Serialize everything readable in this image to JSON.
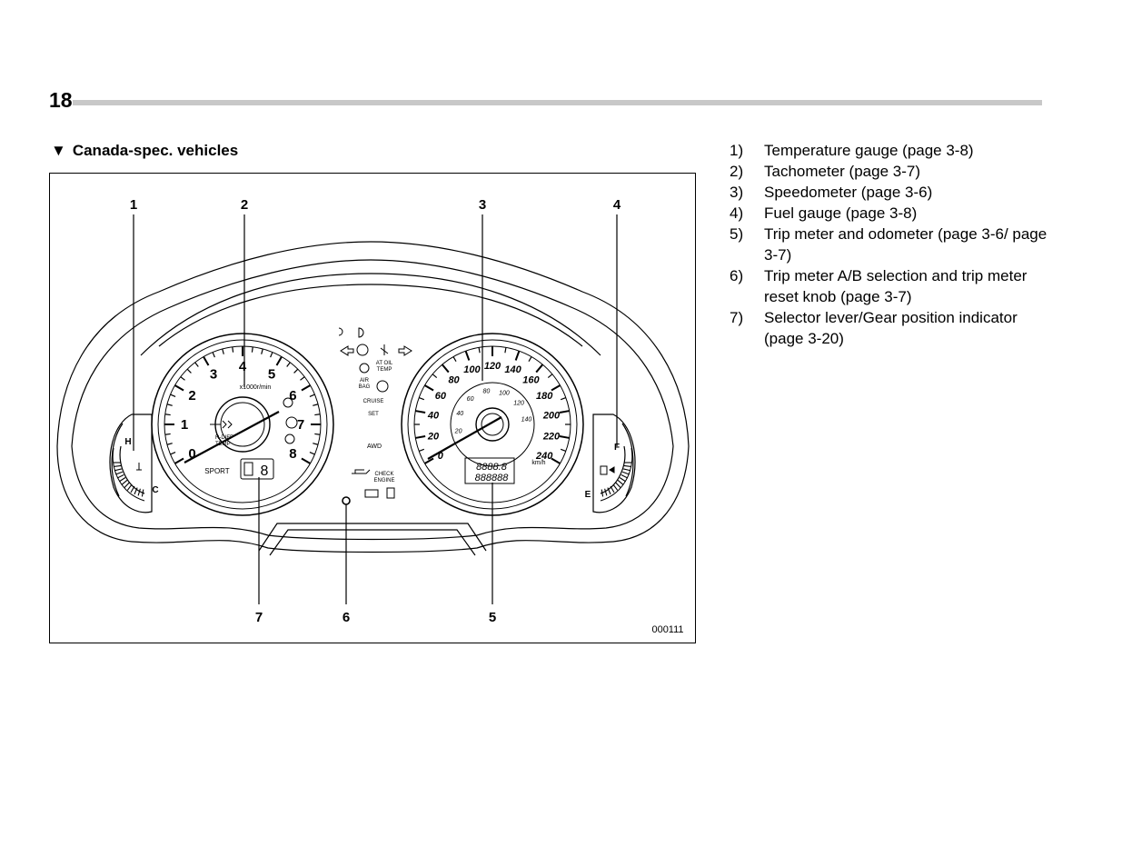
{
  "page": {
    "number": "18"
  },
  "section": {
    "marker": "▼",
    "heading": "Canada-spec. vehicles"
  },
  "figure": {
    "id": "000111",
    "callout_labels": [
      "1",
      "2",
      "3",
      "4",
      "7",
      "6",
      "5"
    ],
    "tachometer": {
      "ticks": [
        "0",
        "1",
        "2",
        "3",
        "4",
        "5",
        "6",
        "7",
        "8"
      ],
      "unit": "x1000r/min",
      "labels": [
        "SPORT"
      ]
    },
    "speedometer": {
      "outer_ticks": [
        "0",
        "20",
        "40",
        "60",
        "80",
        "100",
        "120",
        "140",
        "160",
        "180",
        "200",
        "220",
        "240"
      ],
      "inner_ticks": [
        "20",
        "40",
        "60",
        "80",
        "100",
        "120",
        "140"
      ],
      "unit": "km/h",
      "odometer_top": "8888.8",
      "odometer_bottom": "888888"
    },
    "temperature_gauge": {
      "hot": "H",
      "cold": "C"
    },
    "fuel_gauge": {
      "full": "F",
      "empty": "E"
    },
    "warning_labels": {
      "at_oil_temp": [
        "AT OIL",
        "TEMP"
      ],
      "air_bag": [
        "AIR",
        "BAG"
      ],
      "cruise": "CRUISE",
      "set": "SET",
      "awd": "AWD",
      "check_engine": [
        "CHECK",
        "ENGINE"
      ],
      "r_diff_temp": [
        "R-DIFF",
        "TEMP"
      ]
    }
  },
  "callouts": [
    {
      "num": "1)",
      "text": "Temperature gauge (page 3-8)"
    },
    {
      "num": "2)",
      "text": "Tachometer (page 3-7)"
    },
    {
      "num": "3)",
      "text": "Speedometer (page 3-6)"
    },
    {
      "num": "4)",
      "text": "Fuel gauge (page 3-8)"
    },
    {
      "num": "5)",
      "text": "Trip meter and odometer (page 3-6/ page 3-7)"
    },
    {
      "num": "6)",
      "text": "Trip meter A/B selection and trip meter reset knob (page 3-7)"
    },
    {
      "num": "7)",
      "text": "Selector lever/Gear position indicator (page 3-20)"
    }
  ]
}
